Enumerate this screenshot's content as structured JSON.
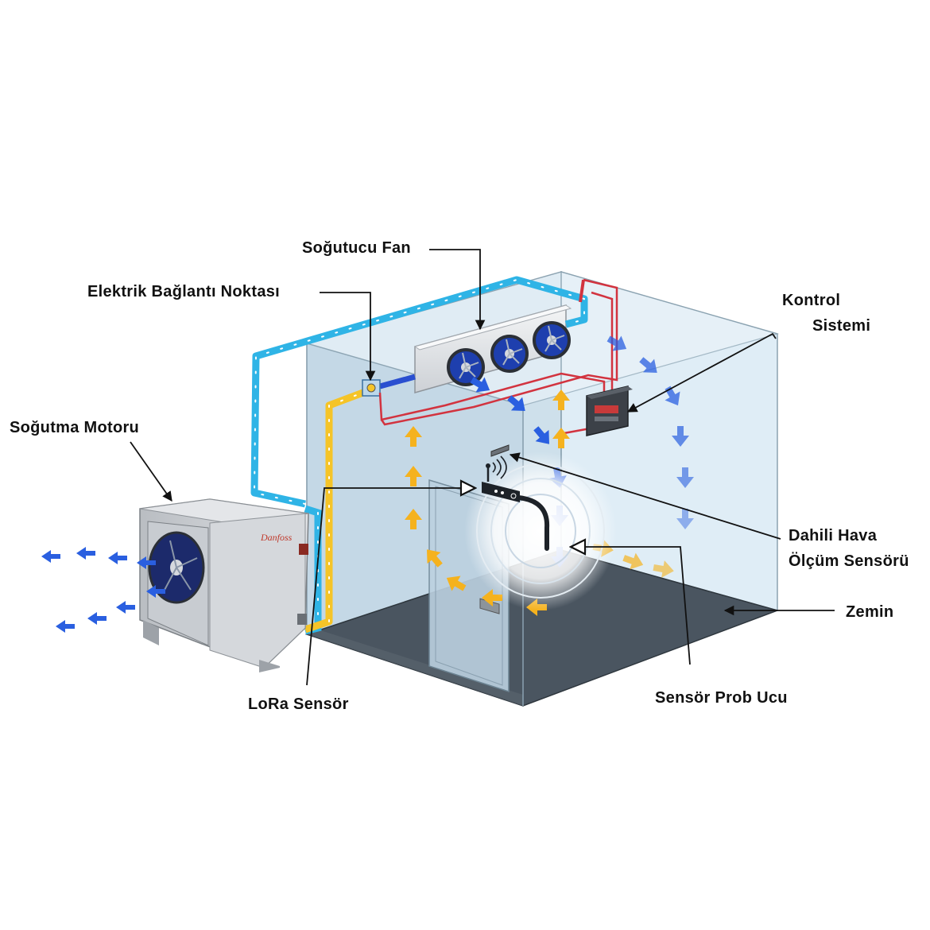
{
  "labels": {
    "cooling_fan": "Soğutucu Fan",
    "electric_point": "Elektrik Bağlantı Noktası",
    "control_line1": "Kontrol",
    "control_line2": "Sistemi",
    "cooling_motor": "Soğutma Motoru",
    "air_sensor_line1": "Dahili Hava",
    "air_sensor_line2": "Ölçüm Sensörü",
    "floor": "Zemin",
    "lora_sensor": "LoRa Sensör",
    "probe_tip": "Sensör Prob Ucu"
  },
  "colors": {
    "cold_air": "#2a5fe0",
    "warm_air": "#f5b21e",
    "pipe_blue": "#2fb4e6",
    "pipe_yellow": "#f5c428",
    "wire_red": "#d2333f",
    "room_wall": "#c9dfee",
    "floor": "#4a5560",
    "condensing_unit": "#cfd2d6"
  },
  "icons": {
    "condenser_fan": "fan-icon",
    "evaporator_fans": "fan-icon",
    "lora": "antenna-icon"
  }
}
